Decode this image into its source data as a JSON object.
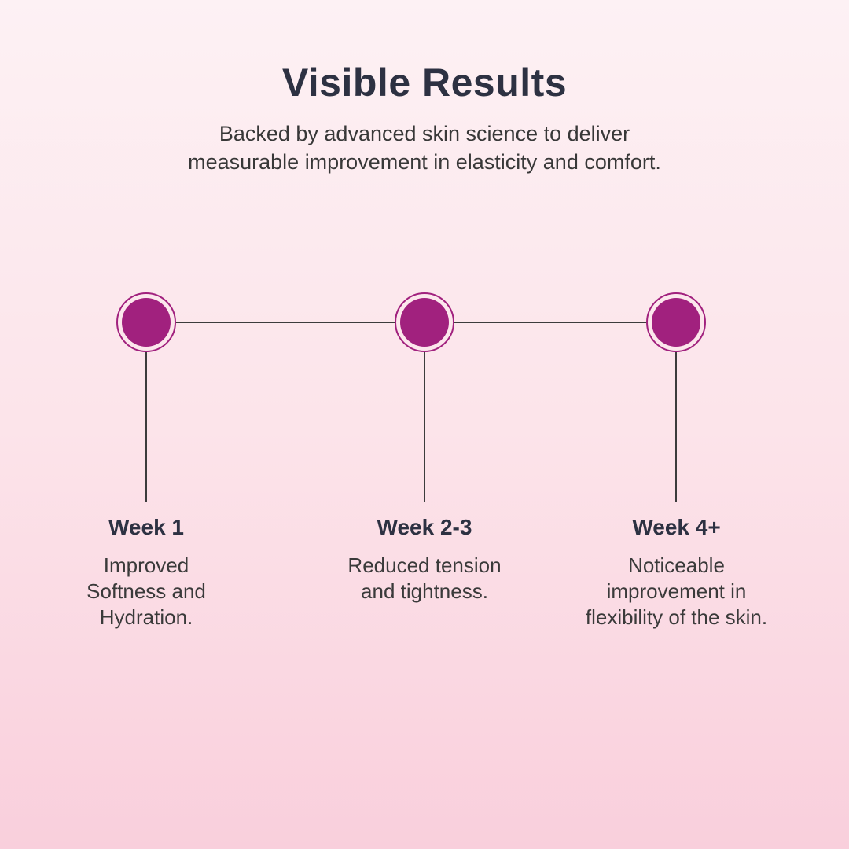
{
  "page": {
    "title": "Visible Results",
    "subtitle_line1": "Backed by advanced skin science to deliver",
    "subtitle_line2": "measurable improvement in elasticity and comfort."
  },
  "colors": {
    "accent": "#A1217E",
    "heading": "#2D3142",
    "body_text": "#3A3A3A",
    "background_top": "#FDF1F4",
    "background_bottom": "#F9CFDC",
    "line": "#3C3C3C"
  },
  "timeline": {
    "milestones": [
      {
        "week": "Week 1",
        "description": "Improved Softness and Hydration."
      },
      {
        "week": "Week 2-3",
        "description": "Reduced tension and tightness."
      },
      {
        "week": "Week 4+",
        "description": "Noticeable improvement in flexibility of the skin."
      }
    ]
  }
}
